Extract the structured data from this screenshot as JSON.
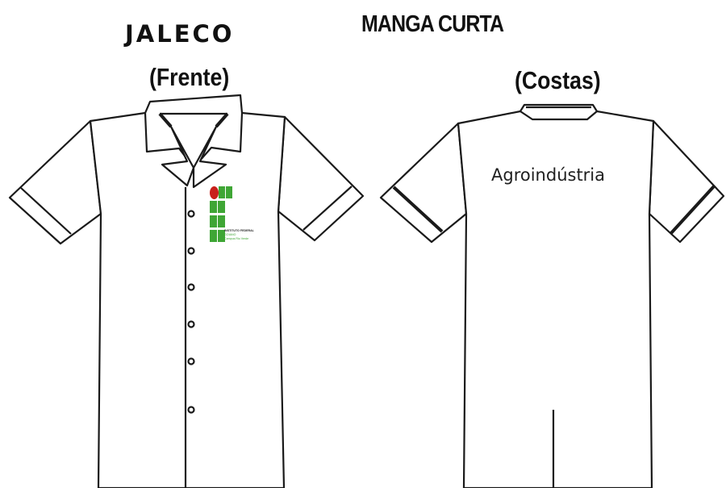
{
  "titles": {
    "left": "JALECO",
    "right": "MANGA CURTA"
  },
  "views": {
    "front": "(Frente)",
    "back": "(Costas)"
  },
  "back_print": "Agroindústria",
  "logo": {
    "line1": "INSTITUTO FEDERAL",
    "line2": "GOIANO",
    "line3": "Campus Rio Verde",
    "colors": {
      "green": "#3fa635",
      "red": "#c8201b"
    }
  },
  "colors": {
    "outline": "#1a1a1a",
    "background": "#ffffff"
  }
}
